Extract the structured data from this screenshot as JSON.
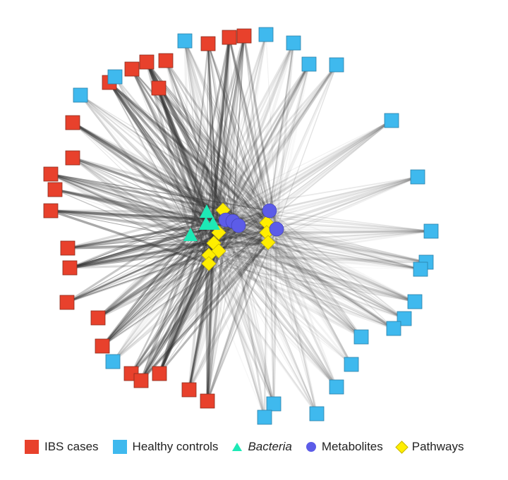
{
  "legend": {
    "ibs": {
      "label": "IBS cases",
      "color": "#e8412c"
    },
    "healthy": {
      "label": "Healthy controls",
      "color": "#3fb9ee"
    },
    "bacteria": {
      "label": "Bacteria",
      "color": "#1de9b6"
    },
    "metabolites": {
      "label": "Metabolites",
      "color": "#5c5ce8"
    },
    "pathways": {
      "label": "Pathways",
      "color": "#ffee00"
    }
  }
}
